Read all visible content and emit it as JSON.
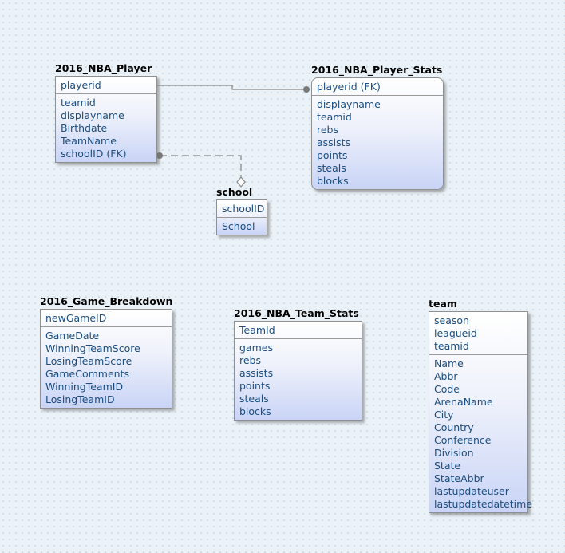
{
  "entities": [
    {
      "id": "player",
      "title": "2016_NBA_Player",
      "keys": [
        "playerid"
      ],
      "attributes": [
        "teamid",
        "displayname",
        "Birthdate",
        "TeamName",
        "schoolID (FK)"
      ]
    },
    {
      "id": "player-stats",
      "title": "2016_NBA_Player_Stats",
      "keys": [
        "playerid (FK)"
      ],
      "attributes": [
        "displayname",
        "teamid",
        "rebs",
        "assists",
        "points",
        "steals",
        "blocks"
      ]
    },
    {
      "id": "school",
      "title": "school",
      "keys": [
        "schoolID"
      ],
      "attributes": [
        "School"
      ]
    },
    {
      "id": "game-breakdown",
      "title": "2016_Game_Breakdown",
      "keys": [
        "newGameID"
      ],
      "attributes": [
        "GameDate",
        "WinningTeamScore",
        "LosingTeamScore",
        "GameComments",
        "WinningTeamID",
        "LosingTeamID"
      ]
    },
    {
      "id": "team-stats",
      "title": "2016_NBA_Team_Stats",
      "keys": [
        "TeamId"
      ],
      "attributes": [
        "games",
        "rebs",
        "assists",
        "points",
        "steals",
        "blocks"
      ]
    },
    {
      "id": "team",
      "title": "team",
      "keys": [
        "season",
        "leagueid",
        "teamid"
      ],
      "attributes": [
        "Name",
        "Abbr",
        "Code",
        "ArenaName",
        "City",
        "Country",
        "Conference",
        "Division",
        "State",
        "StateAbbr",
        "lastupdateuser",
        "lastupdatedatetime"
      ]
    }
  ]
}
